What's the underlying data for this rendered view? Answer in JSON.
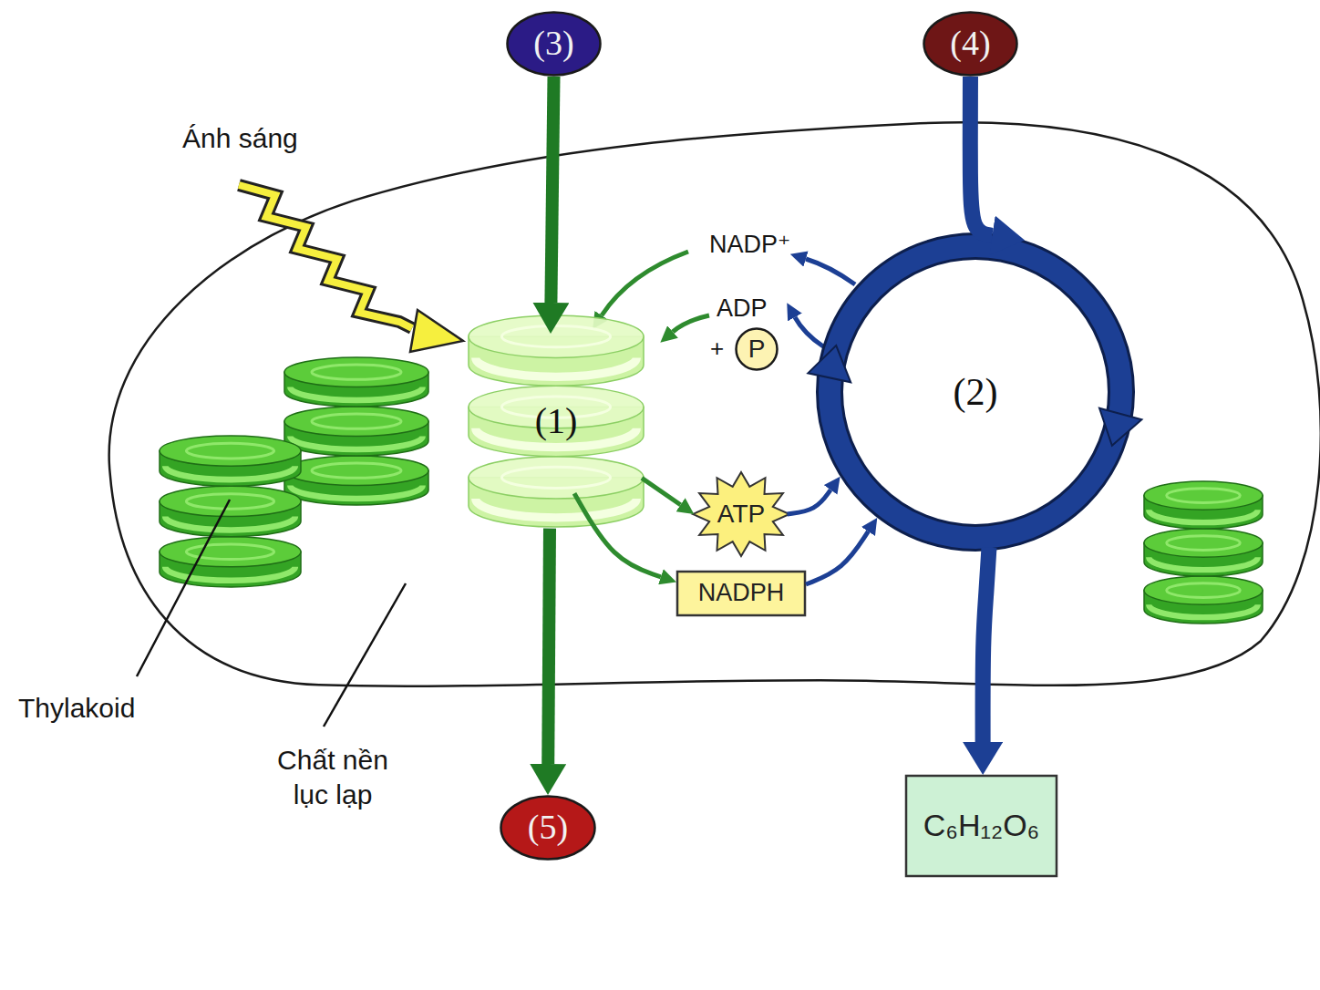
{
  "diagram": {
    "nodes": [
      {
        "text": [
          "(3)"
        ]
      },
      {
        "text": [
          "(4)"
        ]
      },
      {
        "text": [
          "(1)"
        ]
      },
      {
        "text": [
          "P"
        ]
      },
      {
        "text": [
          "(2)"
        ]
      },
      {
        "text": [
          "ATP"
        ]
      },
      {
        "text": [
          "NADPH"
        ]
      },
      {
        "text": [
          "(5)"
        ]
      },
      {
        "text": [
          "C₆H₁₂O₆"
        ]
      }
    ],
    "edges": [
      {
        "from": 0,
        "to": 2,
        "arrow": "to"
      },
      {
        "from": 2,
        "to": 7,
        "arrow": "to"
      },
      {
        "from": 1,
        "to": 4,
        "arrow": "to"
      },
      {
        "from": 4,
        "to": 8,
        "arrow": "to"
      },
      {
        "from": 2,
        "to": 5,
        "arrow": "to"
      },
      {
        "from": 2,
        "to": 6,
        "arrow": "to"
      },
      {
        "from": 5,
        "to": 4,
        "arrow": "to"
      },
      {
        "from": 6,
        "to": 4,
        "arrow": "to"
      }
    ],
    "labels": [
      "Ánh sáng",
      "NADP⁺",
      "ADP",
      "+",
      "Thylakoid",
      "Chất nền lục lạp"
    ]
  }
}
